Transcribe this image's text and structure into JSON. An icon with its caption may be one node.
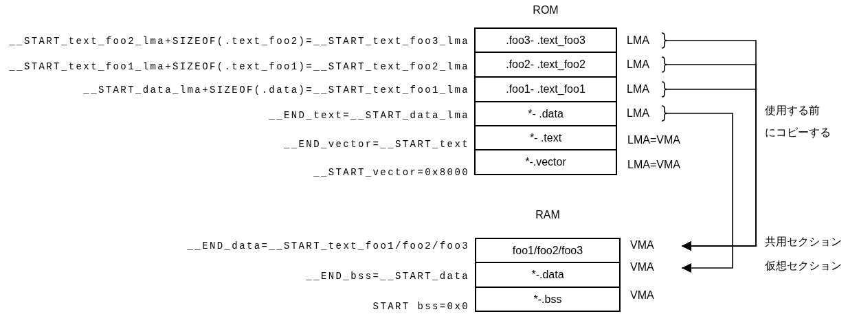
{
  "diagram": {
    "nodes": [
      {
        "text": [
          "ROM"
        ]
      },
      {
        "text": [
          ".foo3- .text_foo3"
        ],
        "in": 0
      },
      {
        "text": [
          ".foo2- .text_foo2"
        ],
        "in": 0
      },
      {
        "text": [
          ".foo1- .text_foo1"
        ],
        "in": 0
      },
      {
        "text": [
          "*- .data"
        ],
        "in": 0
      },
      {
        "text": [
          "*- .text"
        ],
        "in": 0
      },
      {
        "text": [
          "*-.vector"
        ],
        "in": 0
      },
      {
        "text": [
          "RAM"
        ]
      },
      {
        "text": [
          "foo1/foo2/foo3"
        ],
        "in": 7
      },
      {
        "text": [
          "*-.data"
        ],
        "in": 7
      },
      {
        "text": [
          "*-.bss"
        ],
        "in": 7
      },
      {
        "text": [
          "LMA"
        ]
      },
      {
        "text": [
          "LMA"
        ]
      },
      {
        "text": [
          "LMA"
        ]
      },
      {
        "text": [
          "LMA"
        ]
      },
      {
        "text": [
          "VMA"
        ]
      },
      {
        "text": [
          "VMA"
        ]
      }
    ],
    "edges": [
      {
        "from": 11,
        "to": 15,
        "arrow": "to"
      },
      {
        "from": 12,
        "to": 15,
        "arrow": "to"
      },
      {
        "from": 13,
        "to": 15,
        "arrow": "to"
      },
      {
        "from": 14,
        "to": 16,
        "arrow": "to"
      }
    ],
    "labels": [
      "__START_text_foo2_lma+SIZEOF(.text_foo2)=__START_text_foo3_lma",
      "__START_text_foo1_lma+SIZEOF(.text_foo1)=__START_text_foo2_lma",
      "__START_data_lma+SIZEOF(.data)=__START_text_foo1_lma",
      "__END_text=__START_data_lma",
      "__END_vector=__START_text",
      "__START_vector=0x8000",
      "LMA=VMA",
      "LMA=VMA",
      "使用する前にコピーする",
      "__END_data=__START_text_foo1/foo2/foo3",
      "__END_bss=__START_data",
      "START bss=0x0",
      "VMA",
      "共用セクション",
      "仮想セクション"
    ]
  }
}
